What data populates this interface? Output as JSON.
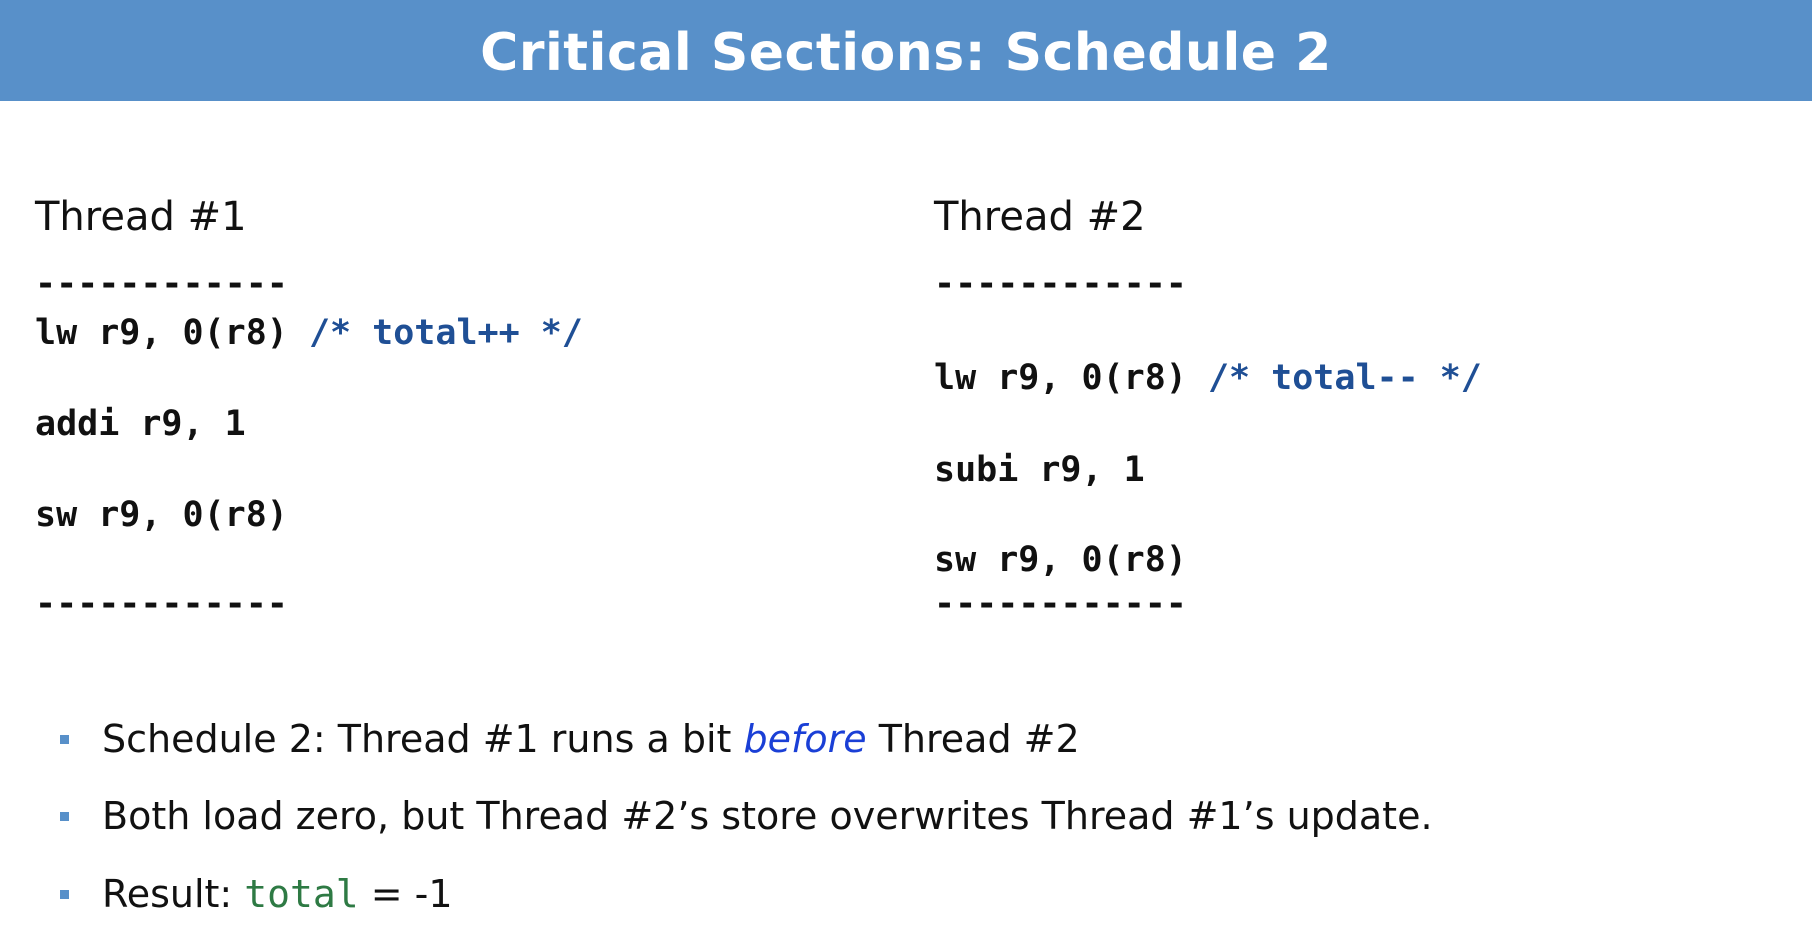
{
  "slide": {
    "title": "Critical Sections: Schedule 2"
  },
  "thread1": {
    "heading": "Thread #1",
    "separator_top": "------------",
    "lines": [
      {
        "code": "lw r9, 0(r8) ",
        "comment": "/* total++ */"
      },
      {
        "code": "addi r9, 1",
        "comment": ""
      },
      {
        "code": "sw r9, 0(r8)",
        "comment": ""
      }
    ],
    "separator_bottom": "------------"
  },
  "thread2": {
    "heading": "Thread #2",
    "separator_top": "------------",
    "lines": [
      {
        "code": "lw r9, 0(r8) ",
        "comment": "/* total-- */"
      },
      {
        "code": "subi r9, 1",
        "comment": ""
      },
      {
        "code": "sw r9, 0(r8)",
        "comment": ""
      }
    ],
    "separator_bottom": "------------"
  },
  "bullets": {
    "b1": {
      "before": "Schedule 2: Thread #1 runs a bit ",
      "emphasis": "before",
      "after": " Thread #2"
    },
    "b2": {
      "text": "Both load zero, but Thread #2’s store overwrites Thread #1’s update."
    },
    "b3": {
      "label": "Result: ",
      "variable": "total",
      "rest": " = -1"
    }
  },
  "colors": {
    "title_bar": "#5890c9",
    "comment": "#1f4f95",
    "emphasis": "#1a3fd6",
    "variable": "#2e7a44",
    "bullet_marker": "#5890c9"
  }
}
